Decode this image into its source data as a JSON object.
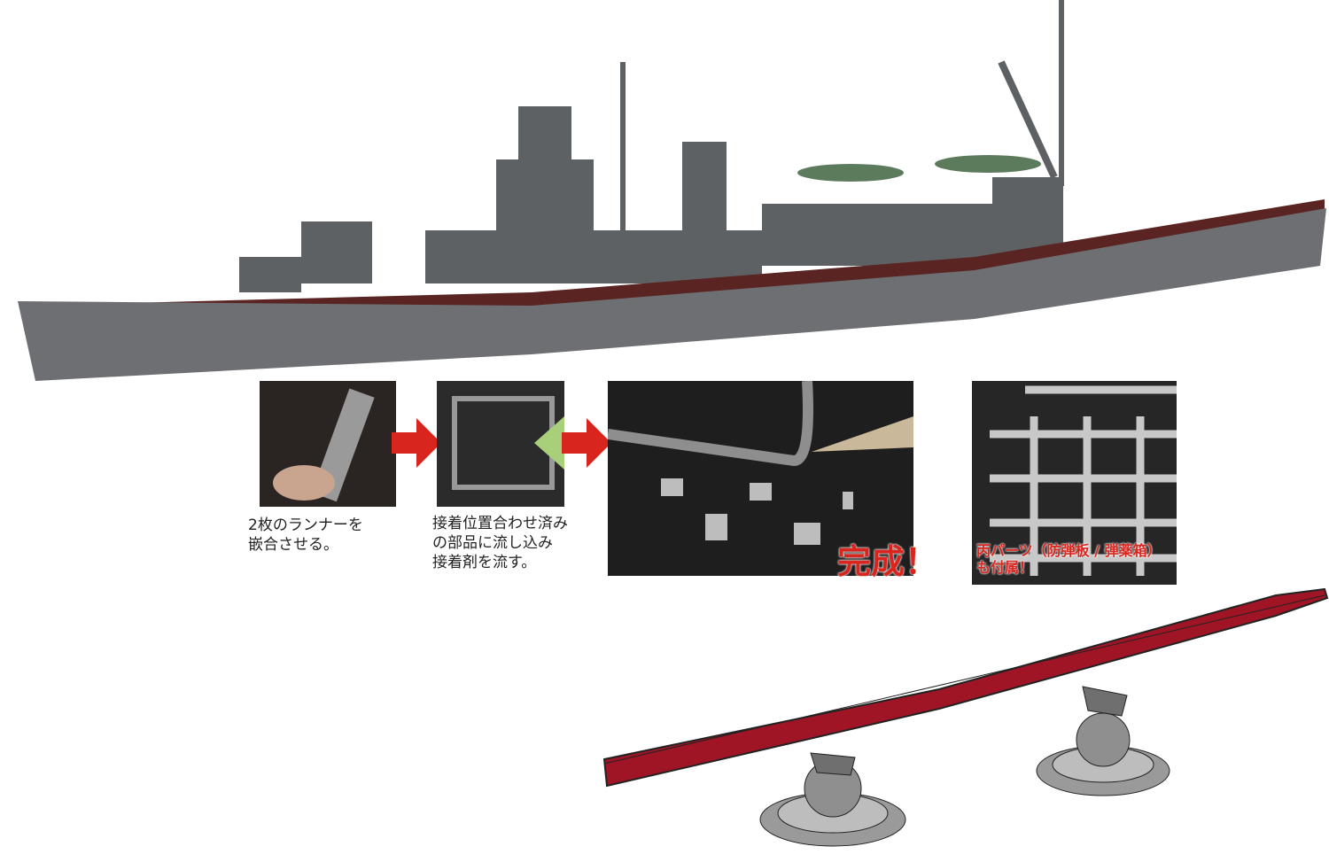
{
  "ship_photo": {
    "hull_color": "#6d6f72",
    "deck_color": "#5a2422"
  },
  "steps": [
    {
      "caption": "2枚のランナーを\n嵌合させる。"
    },
    {
      "caption": "接着位置合わせ済み\nの部品に流し込み\n接着剤を流す。"
    }
  ],
  "completion_label": "完成！",
  "extra_parts_label": "丙パーツ（防弾板 / 弾薬箱）\nも付属！",
  "colors": {
    "arrow": "#d8261f",
    "accent_text": "#d8261f",
    "hull_illustration": "#a01526",
    "stand": "#9a9a9a"
  }
}
